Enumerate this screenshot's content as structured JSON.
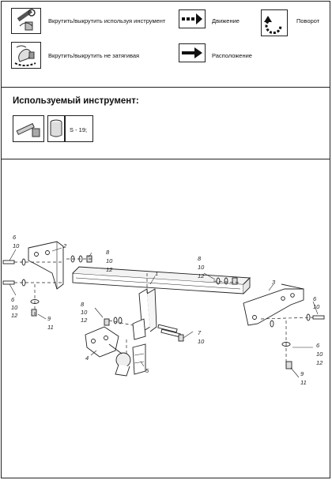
{
  "legend": {
    "tighten_tool": "Вкрутить/выкрутить используя инструмент",
    "tighten_loose": "Вкрутить/выкрутить не затягивая",
    "movement": "Движение",
    "position": "Расположение",
    "rotation": "Поворот"
  },
  "tools": {
    "title": "Используемый инструмент:",
    "socket_size": "S - 19;"
  },
  "diagram": {
    "labels": {
      "left_top": [
        "6",
        "10"
      ],
      "left_bottom": [
        "6",
        "10",
        "12"
      ],
      "bracket_left": "2",
      "bolts_left": [
        "8",
        "10",
        "12"
      ],
      "beam": "1",
      "nuts_left_low": "9",
      "nuts_left_low_b": "11",
      "mid_bolts": [
        "8",
        "10",
        "12"
      ],
      "ball": "4",
      "socket": "5",
      "bolts_top_right": [
        "8",
        "10",
        "12"
      ],
      "bracket_right": "3",
      "right_bolt": [
        "6",
        "10"
      ],
      "bottom_bolts": [
        "7",
        "10"
      ],
      "right_lower": [
        "6",
        "10",
        "12"
      ],
      "nuts_right_low": "9",
      "nuts_right_low_b": "11"
    }
  }
}
